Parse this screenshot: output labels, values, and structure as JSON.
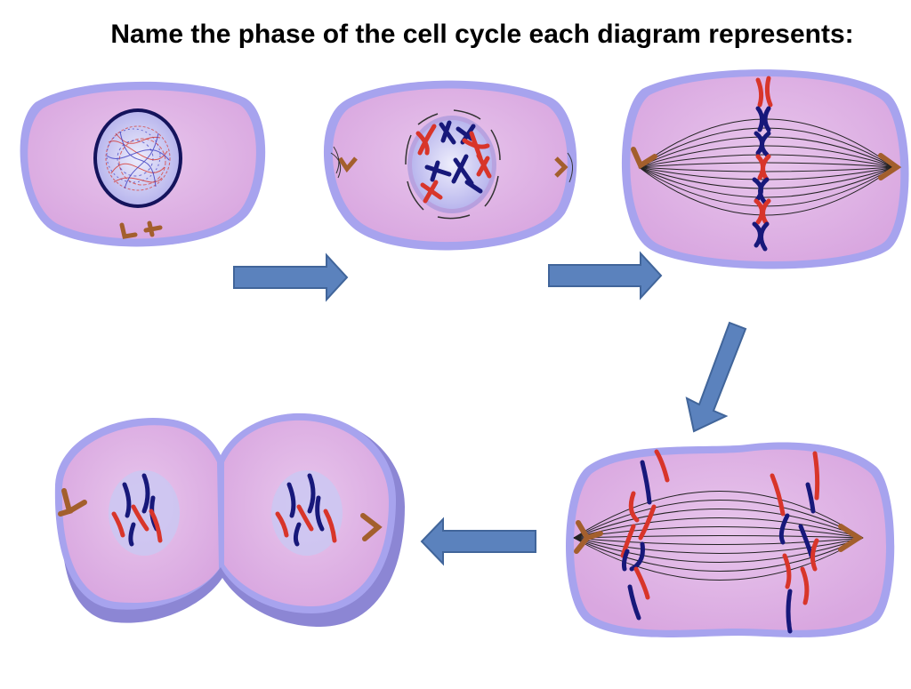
{
  "slide": {
    "title": "Name the phase of the cell cycle each diagram represents:"
  },
  "colors": {
    "cytoplasm": "#e0b3e5",
    "membrane": "#a7a3ee",
    "nucleus": "#c9c8f2",
    "chromosome_red": "#d8352a",
    "chromosome_blue": "#17187a",
    "centriole": "#a35f2d",
    "arrow_fill": "#5b82bd",
    "arrow_stroke": "#41659a",
    "spindle": "#222222"
  },
  "diagrams": [
    {
      "id": "cell-1",
      "content": "interphase-style cell with chromatin in nucleus"
    },
    {
      "id": "cell-2",
      "content": "cell with condensed chromosomes and breaking nuclear envelope"
    },
    {
      "id": "cell-3",
      "content": "cell with chromosomes aligned at center on spindle"
    },
    {
      "id": "cell-4",
      "content": "cell with chromosomes pulled to poles"
    },
    {
      "id": "cell-5",
      "content": "dividing cell with two nuclei"
    }
  ]
}
